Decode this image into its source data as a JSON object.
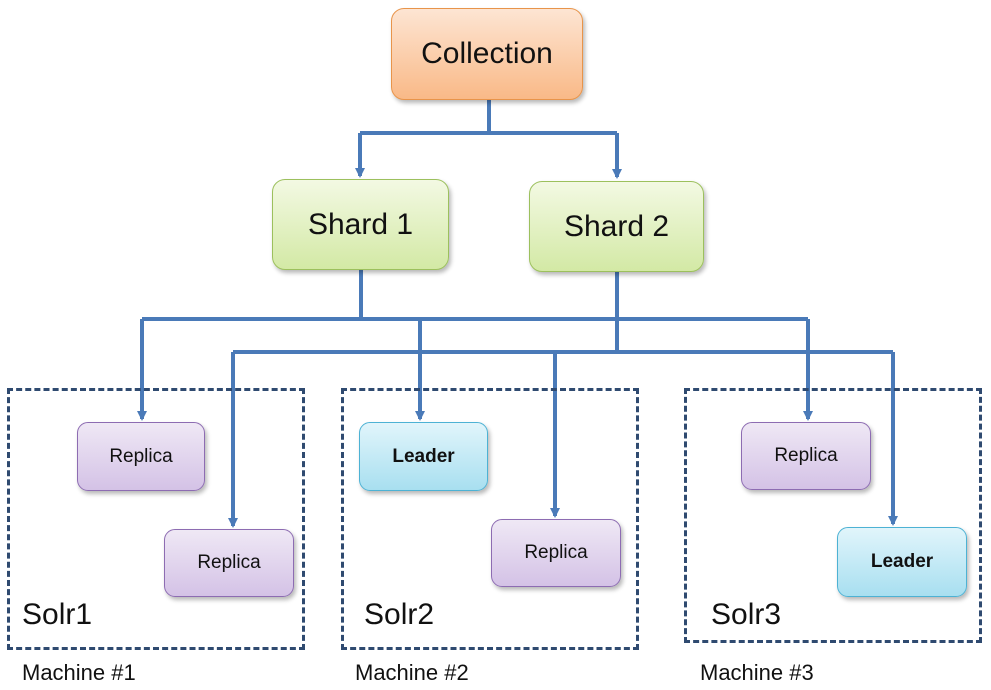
{
  "collection": {
    "label": "Collection"
  },
  "shards": [
    {
      "label": "Shard 1"
    },
    {
      "label": "Shard 2"
    }
  ],
  "machines": [
    {
      "solr": "Solr1",
      "label": "Machine #1",
      "nodes": [
        {
          "role": "replica",
          "label": "Replica",
          "shard": "Shard 1"
        },
        {
          "role": "replica",
          "label": "Replica",
          "shard": "Shard 2"
        }
      ]
    },
    {
      "solr": "Solr2",
      "label": "Machine #2",
      "nodes": [
        {
          "role": "leader",
          "label": "Leader",
          "shard": "Shard 1"
        },
        {
          "role": "replica",
          "label": "Replica",
          "shard": "Shard 2"
        }
      ]
    },
    {
      "solr": "Solr3",
      "label": "Machine #3",
      "nodes": [
        {
          "role": "replica",
          "label": "Replica",
          "shard": "Shard 1"
        },
        {
          "role": "leader",
          "label": "Leader",
          "shard": "Shard 2"
        }
      ]
    }
  ],
  "colors": {
    "connector": "#4a7ab8",
    "machine_border": "#2f4a70",
    "collection_fill": "#f9b987",
    "shard_fill": "#d3e9a5",
    "replica_fill": "#d4c2e6",
    "leader_fill": "#a8dff0"
  }
}
